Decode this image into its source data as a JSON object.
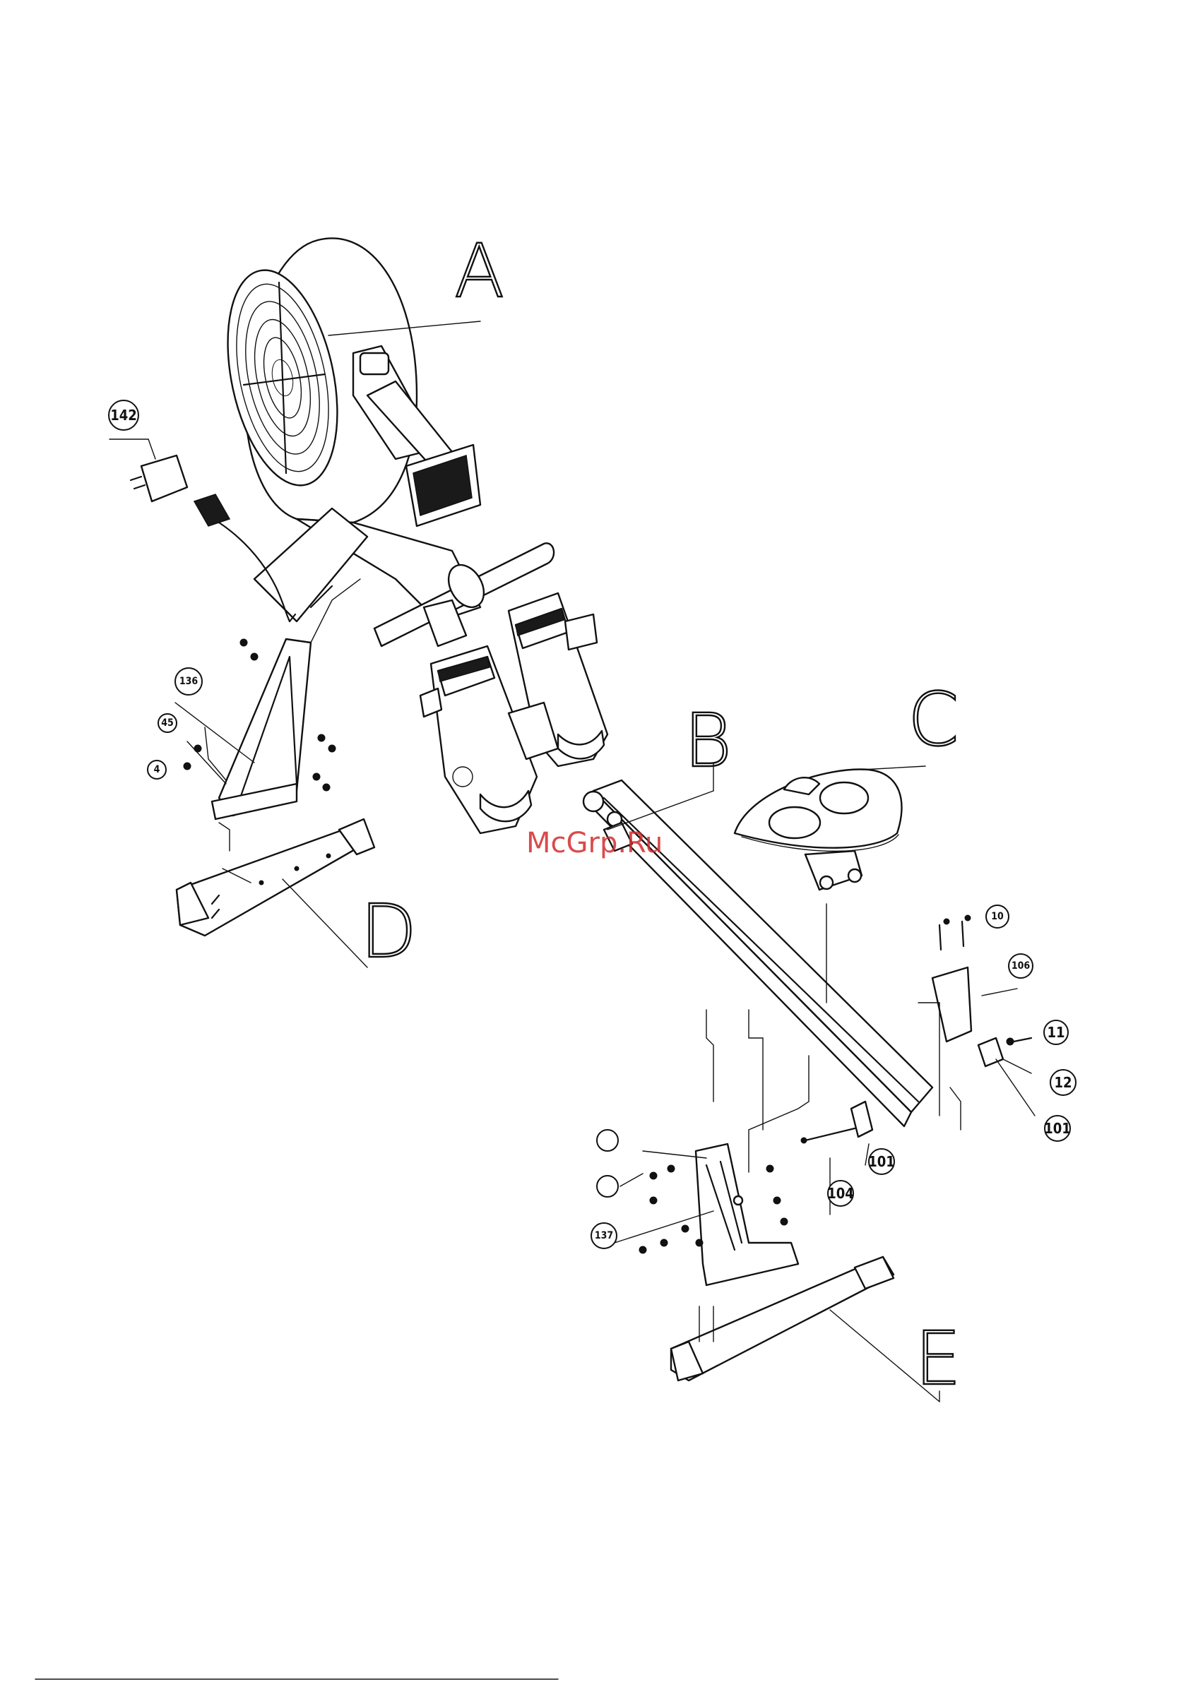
{
  "assembly_labels": [
    {
      "id": "A",
      "text": "A"
    },
    {
      "id": "B",
      "text": "B"
    },
    {
      "id": "C",
      "text": "C"
    },
    {
      "id": "D",
      "text": "D"
    },
    {
      "id": "E",
      "text": "E"
    }
  ],
  "callouts": [
    {
      "id": "142",
      "text": "142"
    },
    {
      "id": "136",
      "text": "136"
    },
    {
      "id": "45",
      "text": "45"
    },
    {
      "id": "4",
      "text": "4"
    },
    {
      "id": "10",
      "text": "10"
    },
    {
      "id": "106",
      "text": "106"
    },
    {
      "id": "11",
      "text": "11"
    },
    {
      "id": "12",
      "text": "12"
    },
    {
      "id": "101a",
      "text": "101"
    },
    {
      "id": "101b",
      "text": "101"
    },
    {
      "id": "104",
      "text": "104"
    },
    {
      "id": "137",
      "text": "137"
    },
    {
      "id": "blank1",
      "text": ""
    },
    {
      "id": "blank2",
      "text": ""
    }
  ],
  "watermark": "McGrp.Ru",
  "colors": {
    "ink": "#111111",
    "watermark": "#d42a2a",
    "background": "#ffffff"
  }
}
